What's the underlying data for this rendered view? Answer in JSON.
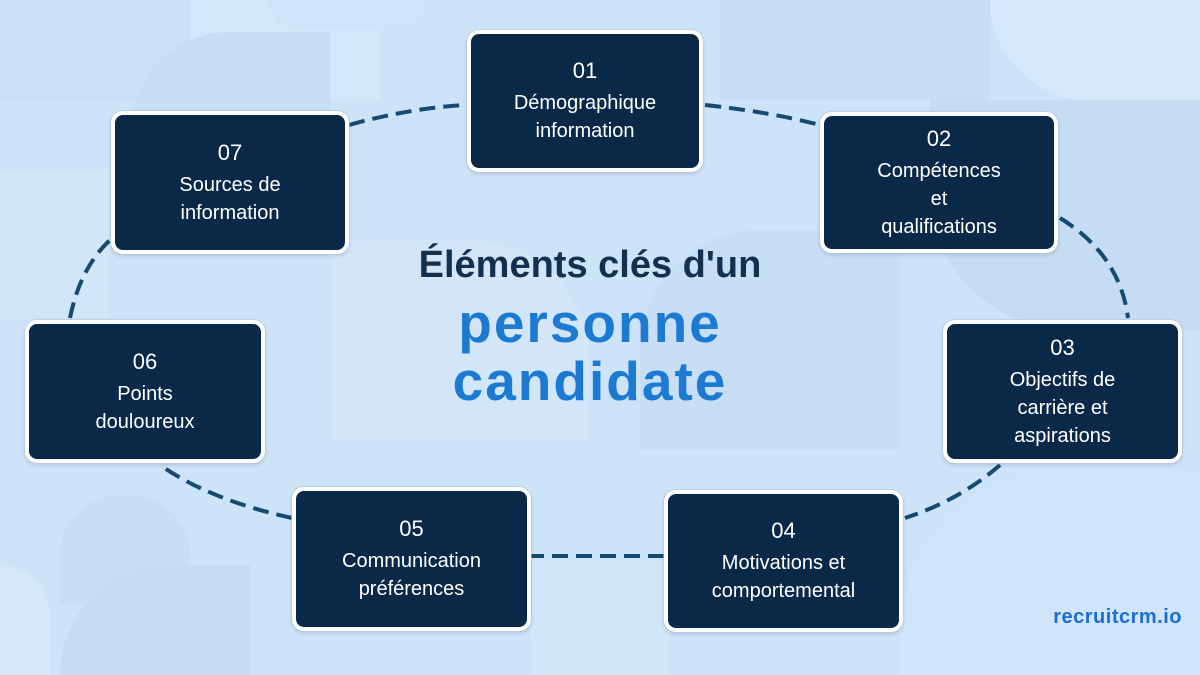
{
  "title": {
    "line1": "Éléments clés d'un",
    "line2": "personne",
    "line3": "candidate"
  },
  "cards": [
    {
      "number": "01",
      "label_lines": [
        "Démographique",
        "information"
      ]
    },
    {
      "number": "02",
      "label_lines": [
        "Compétences",
        "et",
        "qualifications"
      ]
    },
    {
      "number": "03",
      "label_lines": [
        "Objectifs de",
        "carrière et",
        "aspirations"
      ]
    },
    {
      "number": "04",
      "label_lines": [
        "Motivations et",
        "comportemental"
      ]
    },
    {
      "number": "05",
      "label_lines": [
        "Communication",
        "préférences"
      ]
    },
    {
      "number": "06",
      "label_lines": [
        "Points",
        "douloureux"
      ]
    },
    {
      "number": "07",
      "label_lines": [
        "Sources de",
        "information"
      ]
    }
  ],
  "brand": "recruitcrm.io",
  "colors": {
    "background": "#cde3f8",
    "card_fill": "#0a2948",
    "card_border": "#ffffff",
    "connector": "#154a73",
    "title_dark": "#14304f",
    "title_accent": "#1c7ad3",
    "brand": "#1a6fd0"
  }
}
